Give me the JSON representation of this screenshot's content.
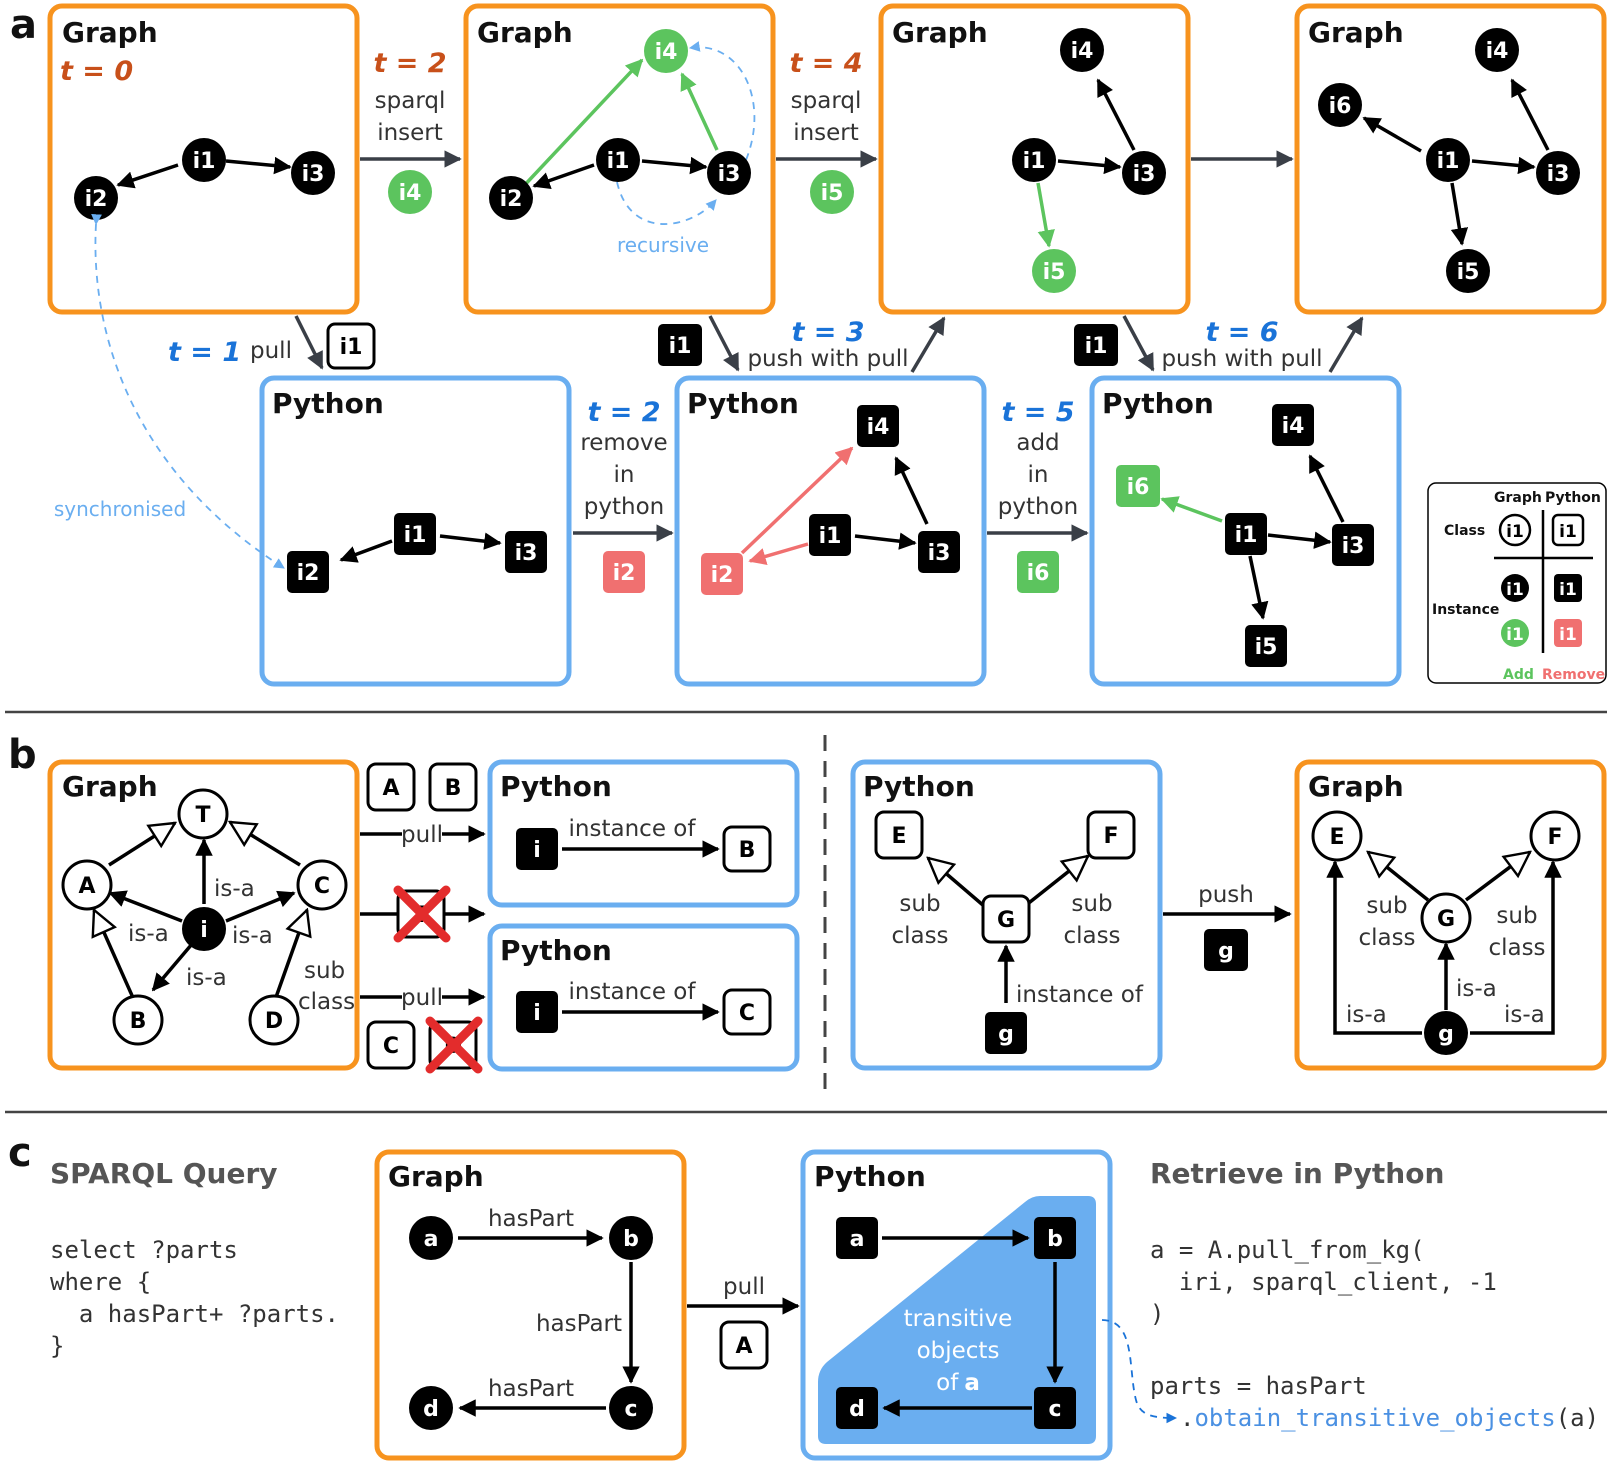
{
  "panel_labels": {
    "a": "a",
    "b": "b",
    "c": "c"
  },
  "titles": {
    "graph": "Graph",
    "python": "Python"
  },
  "colors": {
    "graph_border": "#f7931e",
    "python_border": "#6aaef0",
    "node": "#000000",
    "add": "#5cc45e",
    "remove": "#f07070",
    "time_graph": "#c8501a",
    "time_python": "#1a73d8",
    "sync": "#6aaef0"
  },
  "a": {
    "times": {
      "t0": "t = 0",
      "t1": "t = 1",
      "t2": "t = 2",
      "t3": "t = 3",
      "t4": "t = 4",
      "t5": "t = 5",
      "t6": "t = 6"
    },
    "labels": {
      "sparql": "sparql",
      "insert": "insert",
      "pull": "pull",
      "push_with_pull": "push with pull",
      "remove": "remove",
      "add": "add",
      "in": "in",
      "python": "python",
      "recursive": "recursive",
      "synchronised": "synchronised"
    },
    "nodes": {
      "i1": "i1",
      "i2": "i2",
      "i3": "i3",
      "i4": "i4",
      "i5": "i5",
      "i6": "i6"
    },
    "legend": {
      "graph": "Graph",
      "python": "Python",
      "class": "Class",
      "instance": "Instance",
      "add": "Add",
      "remove": "Remove",
      "node": "i1"
    }
  },
  "b": {
    "nodes": {
      "T": "T",
      "A": "A",
      "B": "B",
      "C": "C",
      "D": "D",
      "i": "i",
      "E": "E",
      "F": "F",
      "G": "G",
      "g": "g"
    },
    "labels": {
      "is_a": "is-a",
      "sub": "sub",
      "class": "class",
      "instance_of": "instance of",
      "pull": "pull",
      "push": "push"
    }
  },
  "c": {
    "sparql_title": "SPARQL Query",
    "sparql_lines": [
      "select ?parts",
      "where {",
      "  a hasPart+ ?parts.",
      "}"
    ],
    "nodes": {
      "a": "a",
      "b": "b",
      "c": "c",
      "d": "d",
      "A": "A"
    },
    "labels": {
      "has_part": "hasPart",
      "pull": "pull",
      "transitive": "transitive",
      "objects": "objects",
      "of": "of",
      "a_bold": "a"
    },
    "retrieve_title": "Retrieve in Python",
    "code": {
      "l1": "a = A.pull_from_kg(",
      "l2": "  iri, sparql_client, -1",
      "l3": ")",
      "l4": "parts = hasPart",
      "l5_pre": ".",
      "l5_fn": "obtain_transitive_objects",
      "l5_post": "(a)"
    }
  }
}
